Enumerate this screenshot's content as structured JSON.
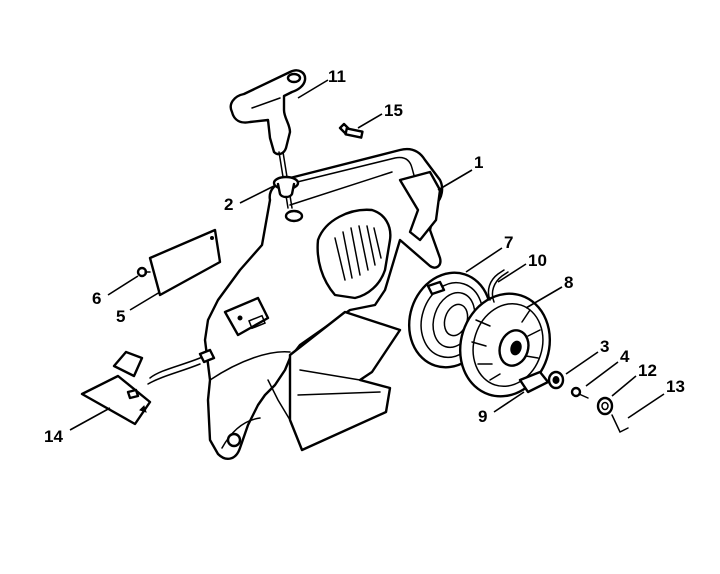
{
  "callouts": [
    {
      "id": "c1",
      "label": "1"
    },
    {
      "id": "c2",
      "label": "2"
    },
    {
      "id": "c3",
      "label": "3"
    },
    {
      "id": "c4",
      "label": "4"
    },
    {
      "id": "c5",
      "label": "5"
    },
    {
      "id": "c6",
      "label": "6"
    },
    {
      "id": "c7",
      "label": "7"
    },
    {
      "id": "c8",
      "label": "8"
    },
    {
      "id": "c9",
      "label": "9"
    },
    {
      "id": "c10",
      "label": "10"
    },
    {
      "id": "c11",
      "label": "11"
    },
    {
      "id": "c12",
      "label": "12"
    },
    {
      "id": "c13",
      "label": "13"
    },
    {
      "id": "c14",
      "label": "14"
    },
    {
      "id": "c15",
      "label": "15"
    }
  ],
  "colors": {
    "line": "#000000",
    "background": "#ffffff"
  }
}
